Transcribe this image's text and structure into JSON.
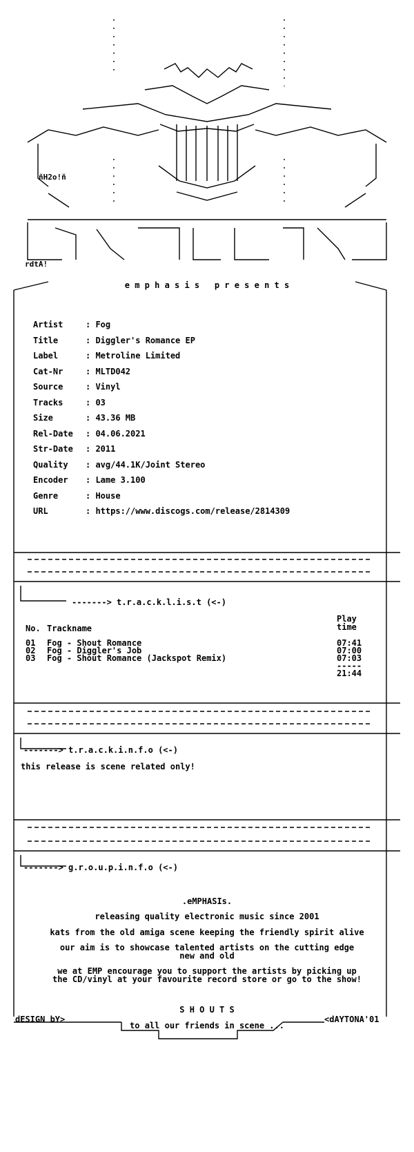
{
  "header": {
    "logo_tag": "ňH2o!ň",
    "art_tag": "rdtA!",
    "presents": "e m p h a s i s   p r e s e n t s"
  },
  "info": [
    {
      "key": "Artist",
      "value": "Fog"
    },
    {
      "key": "Title",
      "value": "Diggler's Romance EP"
    },
    {
      "key": "Label",
      "value": "Metroline Limited"
    },
    {
      "key": "Cat-Nr",
      "value": "MLTD042"
    },
    {
      "key": "Source",
      "value": "Vinyl"
    },
    {
      "key": "Tracks",
      "value": "03"
    },
    {
      "key": "Size",
      "value": "43.36 MB"
    },
    {
      "key": "Rel-Date",
      "value": "04.06.2021"
    },
    {
      "key": "Str-Date",
      "value": "2011"
    },
    {
      "key": "Quality",
      "value": "avg/44.1K/Joint Stereo"
    },
    {
      "key": "Encoder",
      "value": "Lame 3.100"
    },
    {
      "key": "Genre",
      "value": "House"
    },
    {
      "key": "URL",
      "value": "https://www.discogs.com/release/2814309"
    }
  ],
  "tracklist": {
    "heading": "t.r.a.c.k.l.i.s.t (<-)",
    "col_no": "No.",
    "col_name": "Trackname",
    "col_time": "Play\ntime",
    "tracks": [
      {
        "no": "01",
        "name": "Fog - Shout Romance",
        "time": "07:41"
      },
      {
        "no": "02",
        "name": "Fog - Diggler's Job",
        "time": "07:00"
      },
      {
        "no": "03",
        "name": "Fog - Shout Romance (Jackspot Remix)",
        "time": "07:03"
      }
    ],
    "total": "21:44"
  },
  "trackinfo": {
    "heading": "t.r.a.c.k.i.n.f.o (<-)",
    "text": "this release is scene related only!"
  },
  "groupinfo": {
    "heading": "g.r.o.u.p.i.n.f.o (<-)",
    "name": ".eMPHASIs.",
    "lines": [
      "releasing quality electronic music since 2001",
      "kats from the old amiga scene keeping the friendly spirit alive",
      "our aim is to showcase talented artists on the cutting edge\nnew and old",
      "we at EMP encourage you to support the artists by picking up\nthe CD/vinyl at your favourite record store or go to the show!"
    ],
    "shouts_title": "S H O U T S",
    "shouts_text": "to all our friends in scene ..."
  },
  "footer": {
    "left": "dESIGN bY>",
    "right": "<dAYTONA'01"
  }
}
